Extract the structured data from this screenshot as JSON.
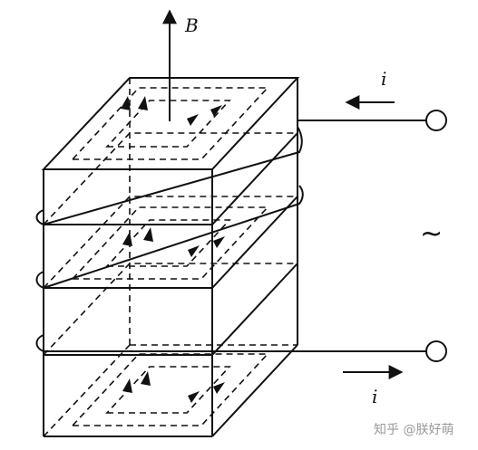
{
  "labels": {
    "magnetic_field": "B",
    "current_in": "i",
    "current_out": "i",
    "ac_source": "~"
  },
  "watermark": "知乎 @朕好萌",
  "colors": {
    "ink": "#111111",
    "watermark": "#9a9a9a",
    "background": "#ffffff"
  }
}
